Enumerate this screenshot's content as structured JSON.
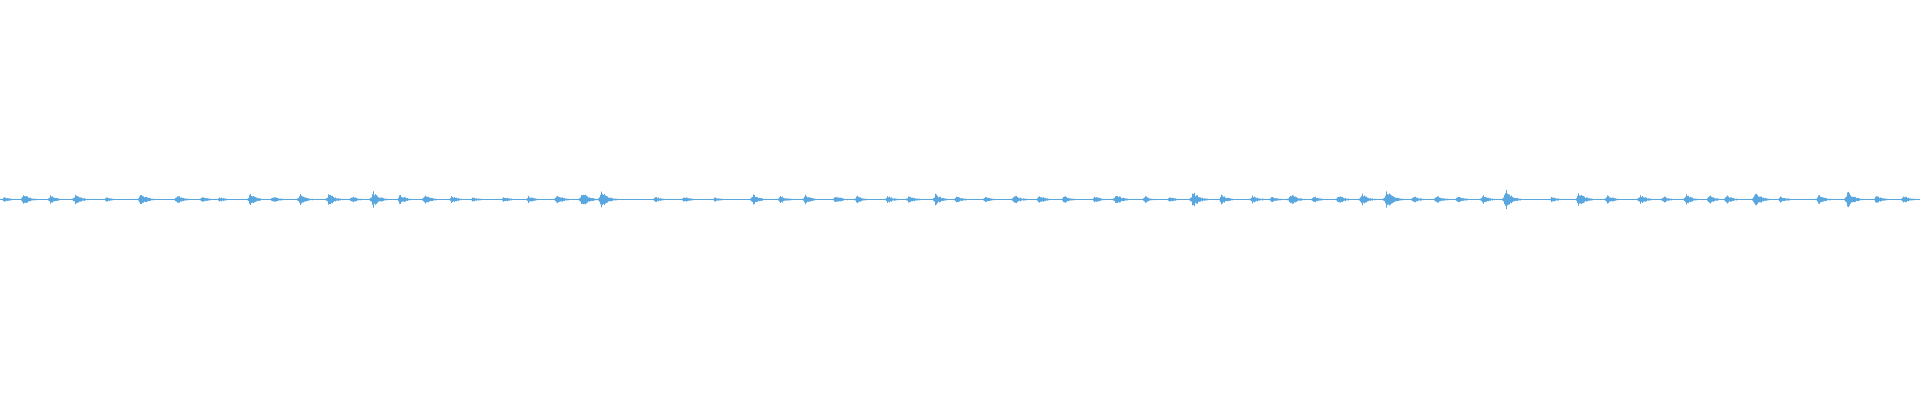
{
  "waveform": {
    "color": "#5aa7e0",
    "background": "#ffffff",
    "baseline_amplitude": 0.03,
    "bursts": [
      [
        0.002,
        0.25
      ],
      [
        0.012,
        0.55
      ],
      [
        0.026,
        0.45
      ],
      [
        0.039,
        0.55
      ],
      [
        0.055,
        0.25
      ],
      [
        0.073,
        0.65
      ],
      [
        0.092,
        0.45
      ],
      [
        0.105,
        0.3
      ],
      [
        0.114,
        0.25
      ],
      [
        0.13,
        0.6
      ],
      [
        0.142,
        0.35
      ],
      [
        0.156,
        0.55
      ],
      [
        0.171,
        0.65
      ],
      [
        0.183,
        0.35
      ],
      [
        0.194,
        0.85
      ],
      [
        0.208,
        0.5
      ],
      [
        0.221,
        0.5
      ],
      [
        0.235,
        0.4
      ],
      [
        0.246,
        0.25
      ],
      [
        0.262,
        0.3
      ],
      [
        0.275,
        0.35
      ],
      [
        0.29,
        0.5
      ],
      [
        0.303,
        0.75
      ],
      [
        0.313,
        0.85
      ],
      [
        0.341,
        0.3
      ],
      [
        0.356,
        0.3
      ],
      [
        0.372,
        0.25
      ],
      [
        0.392,
        0.55
      ],
      [
        0.406,
        0.45
      ],
      [
        0.419,
        0.5
      ],
      [
        0.435,
        0.4
      ],
      [
        0.446,
        0.4
      ],
      [
        0.462,
        0.4
      ],
      [
        0.473,
        0.4
      ],
      [
        0.487,
        0.55
      ],
      [
        0.498,
        0.35
      ],
      [
        0.513,
        0.3
      ],
      [
        0.528,
        0.5
      ],
      [
        0.541,
        0.45
      ],
      [
        0.554,
        0.4
      ],
      [
        0.57,
        0.35
      ],
      [
        0.581,
        0.55
      ],
      [
        0.596,
        0.35
      ],
      [
        0.609,
        0.3
      ],
      [
        0.621,
        0.85
      ],
      [
        0.636,
        0.5
      ],
      [
        0.652,
        0.45
      ],
      [
        0.662,
        0.35
      ],
      [
        0.672,
        0.6
      ],
      [
        0.684,
        0.35
      ],
      [
        0.697,
        0.45
      ],
      [
        0.709,
        0.6
      ],
      [
        0.722,
        1.0
      ],
      [
        0.736,
        0.35
      ],
      [
        0.748,
        0.4
      ],
      [
        0.759,
        0.35
      ],
      [
        0.772,
        0.45
      ],
      [
        0.784,
        1.0
      ],
      [
        0.808,
        0.3
      ],
      [
        0.822,
        0.75
      ],
      [
        0.837,
        0.45
      ],
      [
        0.854,
        0.5
      ],
      [
        0.866,
        0.35
      ],
      [
        0.878,
        0.5
      ],
      [
        0.89,
        0.45
      ],
      [
        0.899,
        0.45
      ],
      [
        0.914,
        0.8
      ],
      [
        0.927,
        0.35
      ],
      [
        0.947,
        0.5
      ],
      [
        0.962,
        0.85
      ],
      [
        0.977,
        0.45
      ],
      [
        0.991,
        0.4
      ]
    ]
  }
}
